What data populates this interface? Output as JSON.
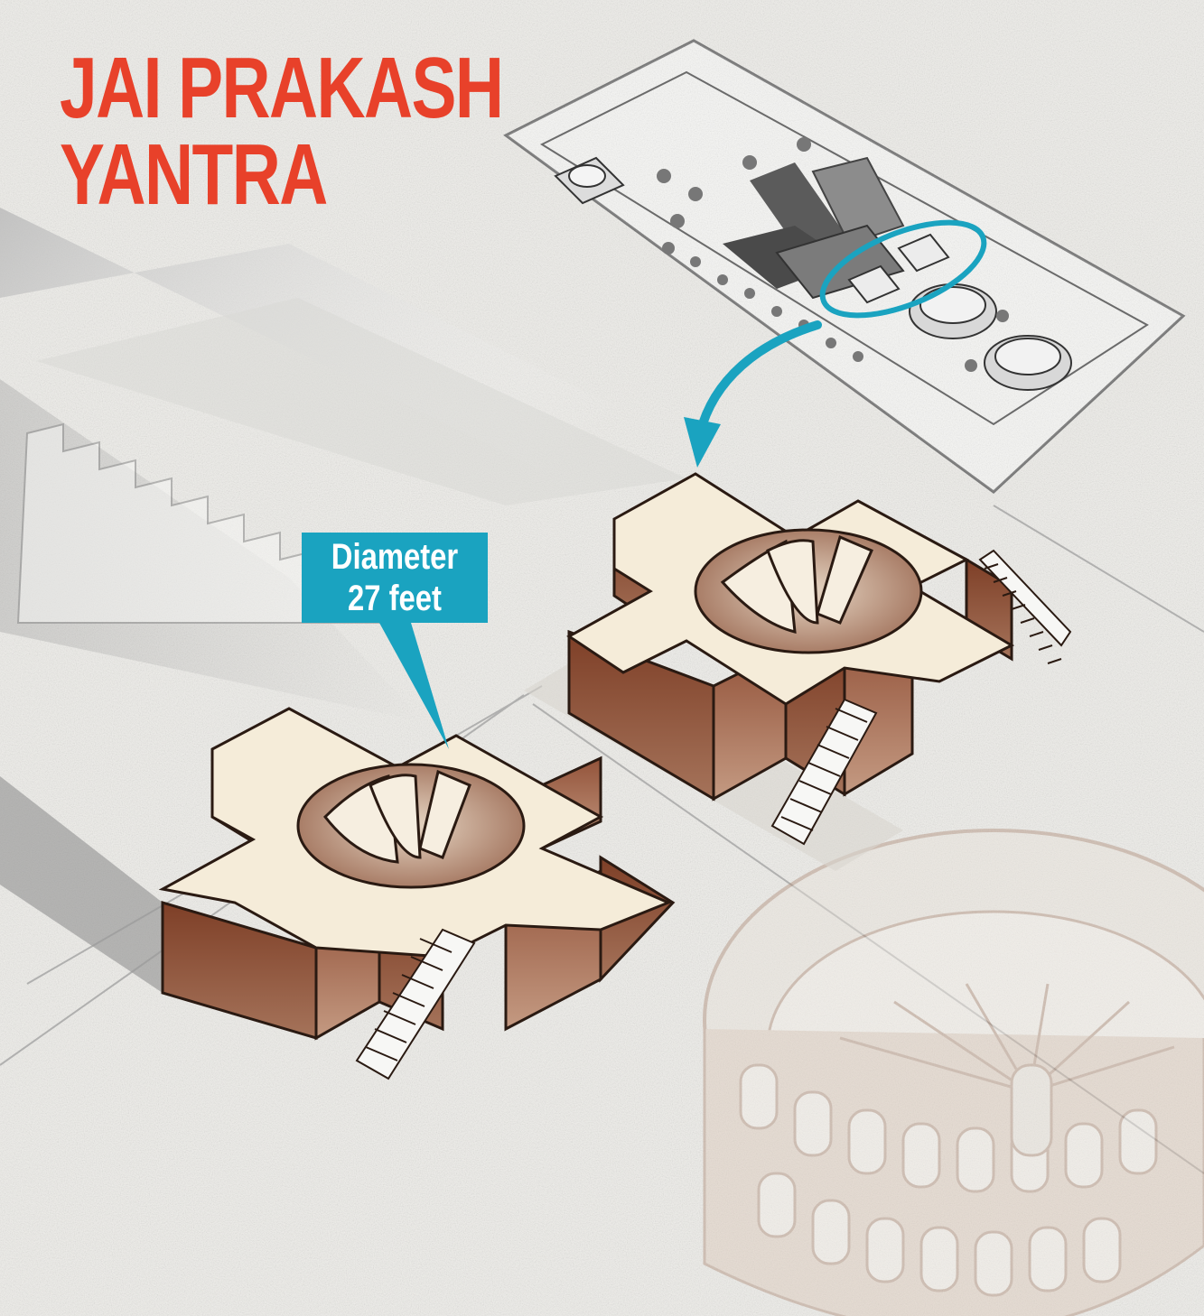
{
  "title": {
    "line1": "JAI PRAKASH",
    "line2": "YANTRA"
  },
  "callout": {
    "line1": "Diameter",
    "line2": "27 feet"
  },
  "colors": {
    "title": "#e8412a",
    "accent": "#1aa3c0",
    "brick": "#8a4a32",
    "plaster": "#f3ead8",
    "ground": "#ecebe7"
  }
}
